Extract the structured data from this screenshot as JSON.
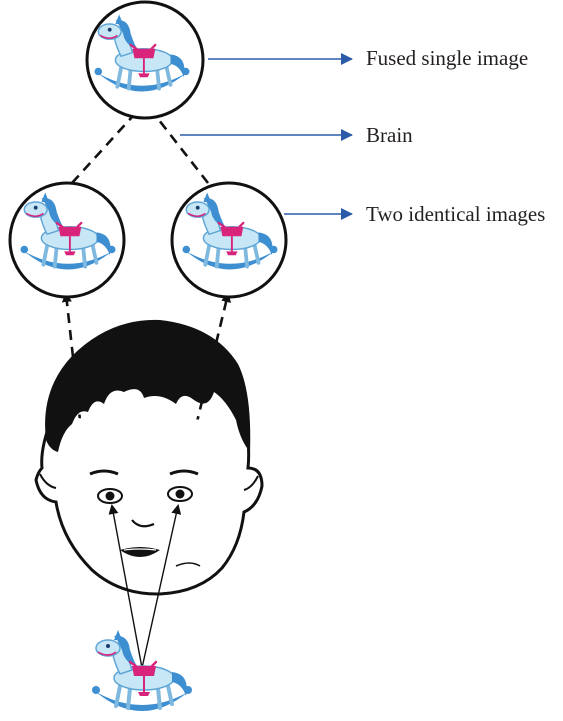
{
  "labels": {
    "fused": "Fused single image",
    "brain": "Brain",
    "two_images": "Two identical images"
  },
  "colors": {
    "arrow_blue": "#2b5ba8",
    "outline": "#111111",
    "horse_body": "#c7e6f6",
    "horse_mane": "#3d8fd1",
    "rocker": "#3d8fd1",
    "saddle": "#d8247a"
  }
}
